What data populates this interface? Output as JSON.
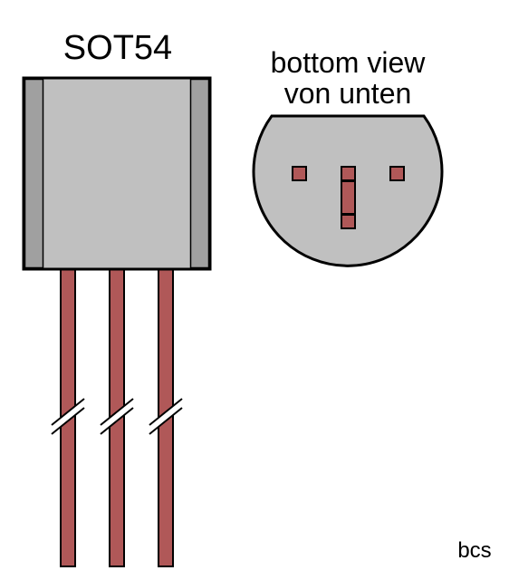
{
  "package": {
    "name": "SOT54",
    "view_label_line1": "bottom view",
    "view_label_line2": "von unten"
  },
  "author": "bcs",
  "colors": {
    "body_fill": "#c0c0c0",
    "body_side_fill": "#a0a0a0",
    "lead_fill": "#b05858",
    "outline": "#000000",
    "background": "#ffffff"
  }
}
